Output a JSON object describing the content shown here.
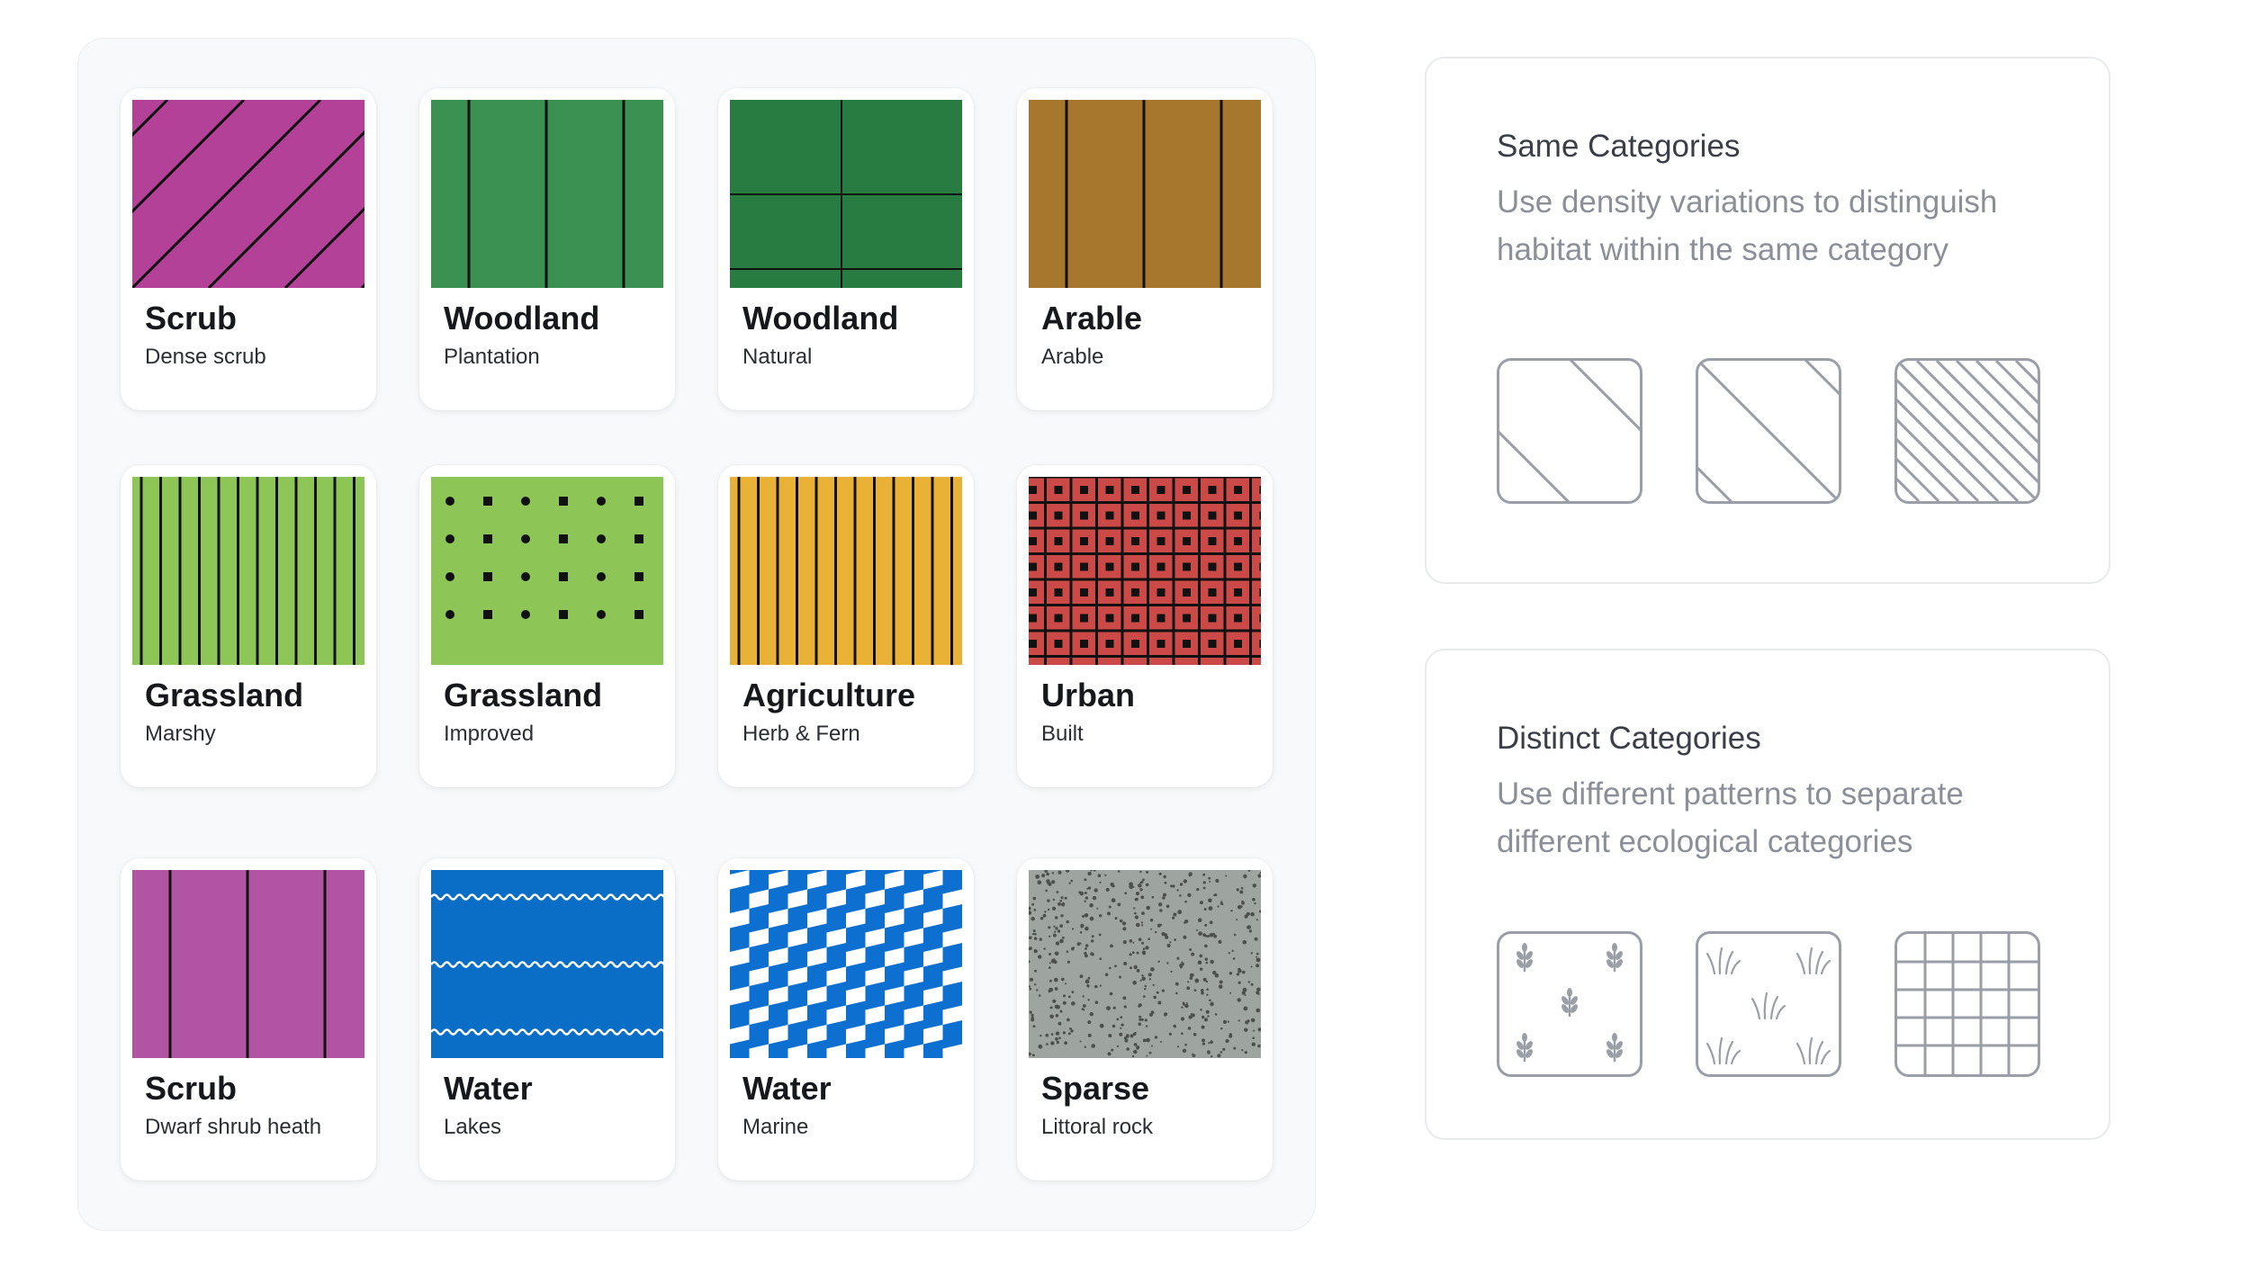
{
  "cards": [
    {
      "title": "Scrub",
      "subtitle": "Dense scrub",
      "pattern": "diagonal-lines",
      "color": "#b24197"
    },
    {
      "title": "Woodland",
      "subtitle": "Plantation",
      "pattern": "vertical-lines",
      "color": "#3b9151"
    },
    {
      "title": "Woodland",
      "subtitle": "Natural",
      "pattern": "grid",
      "color": "#287c41"
    },
    {
      "title": "Arable",
      "subtitle": "Arable",
      "pattern": "vertical-lines",
      "color": "#a7772e"
    },
    {
      "title": "Grassland",
      "subtitle": "Marshy",
      "pattern": "dense-vertical-lines",
      "color": "#8dc557"
    },
    {
      "title": "Grassland",
      "subtitle": "Improved",
      "pattern": "dots-and-squares",
      "color": "#8dc557"
    },
    {
      "title": "Agriculture",
      "subtitle": "Herb & Fern",
      "pattern": "dense-vertical-lines",
      "color": "#e9b236"
    },
    {
      "title": "Urban",
      "subtitle": "Built",
      "pattern": "brick-grid",
      "color": "#cb4a47"
    },
    {
      "title": "Scrub",
      "subtitle": "Dwarf shrub heath",
      "pattern": "vertical-lines",
      "color": "#b254a4"
    },
    {
      "title": "Water",
      "subtitle": "Lakes",
      "pattern": "waves",
      "color": "#0b6ec6"
    },
    {
      "title": "Water",
      "subtitle": "Marine",
      "pattern": "zigzag-checker",
      "color": "#0d6fd0"
    },
    {
      "title": "Sparse",
      "subtitle": "Littoral rock",
      "pattern": "speckle",
      "color": "#9ea4a0"
    }
  ],
  "same_categories": {
    "title": "Same Categories",
    "description": "Use density variations to distinguish habitat within the same category",
    "examples": [
      "diagonal-sparse",
      "diagonal-medium",
      "diagonal-dense"
    ]
  },
  "distinct_categories": {
    "title": "Distinct Categories",
    "description": "Use different patterns to separate different ecological categories",
    "examples": [
      "sprout-icons",
      "grass-tuft-icons",
      "grid"
    ]
  }
}
